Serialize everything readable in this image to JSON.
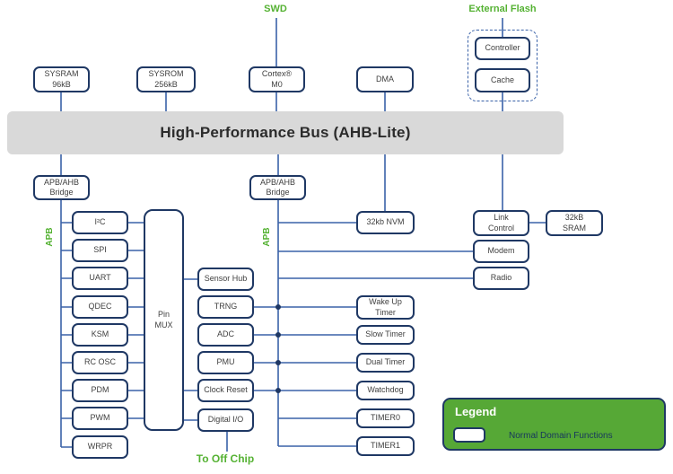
{
  "bus": {
    "label": "High-Performance Bus (AHB-Lite)"
  },
  "blocks": {
    "sysram": "SYSRAM\n96kB",
    "sysrom": "SYSROM\n256kB",
    "cortex": "Cortex®\nM0",
    "dma": "DMA",
    "controller": "Controller",
    "cache": "Cache",
    "bridge1": "APB/AHB\nBridge",
    "bridge2": "APB/AHB\nBridge",
    "i2c": "I²C",
    "spi": "SPI",
    "uart": "UART",
    "qdec": "QDEC",
    "ksm": "KSM",
    "rcosc": "RC OSC",
    "pdm": "PDM",
    "pwm": "PWM",
    "wrpr": "WRPR",
    "pinmux": "Pin\nMUX",
    "sensorhub": "Sensor Hub",
    "trng": "TRNG",
    "adc": "ADC",
    "pmu": "PMU",
    "clockreset": "Clock Reset",
    "digitalio": "Digital I/O",
    "nvm": "32kb NVM",
    "linkcontrol": "Link\nControl",
    "sram": "32kB\nSRAM",
    "modem": "Modem",
    "radio": "Radio",
    "wakeup": "Wake Up\nTimer",
    "slowtimer": "Slow Timer",
    "dualtimer": "Dual Timer",
    "watchdog": "Watchdog",
    "timer0": "TIMER0",
    "timer1": "TIMER1"
  },
  "annotations": {
    "swd": "SWD",
    "external_flash": "External Flash",
    "apb_left": "APB",
    "apb_mid": "APB",
    "to_off_chip": "To Off Chip"
  },
  "legend": {
    "title": "Legend",
    "normal_domain": "Normal Domain Functions"
  },
  "colors": {
    "box_border": "#1f3864",
    "line": "#3a62a8",
    "green": "#55b233",
    "legend_fill": "#56a836",
    "bus_fill": "#d9d9d9",
    "box_text": "#3f3f3f",
    "bus_text": "#2b2b2b"
  }
}
